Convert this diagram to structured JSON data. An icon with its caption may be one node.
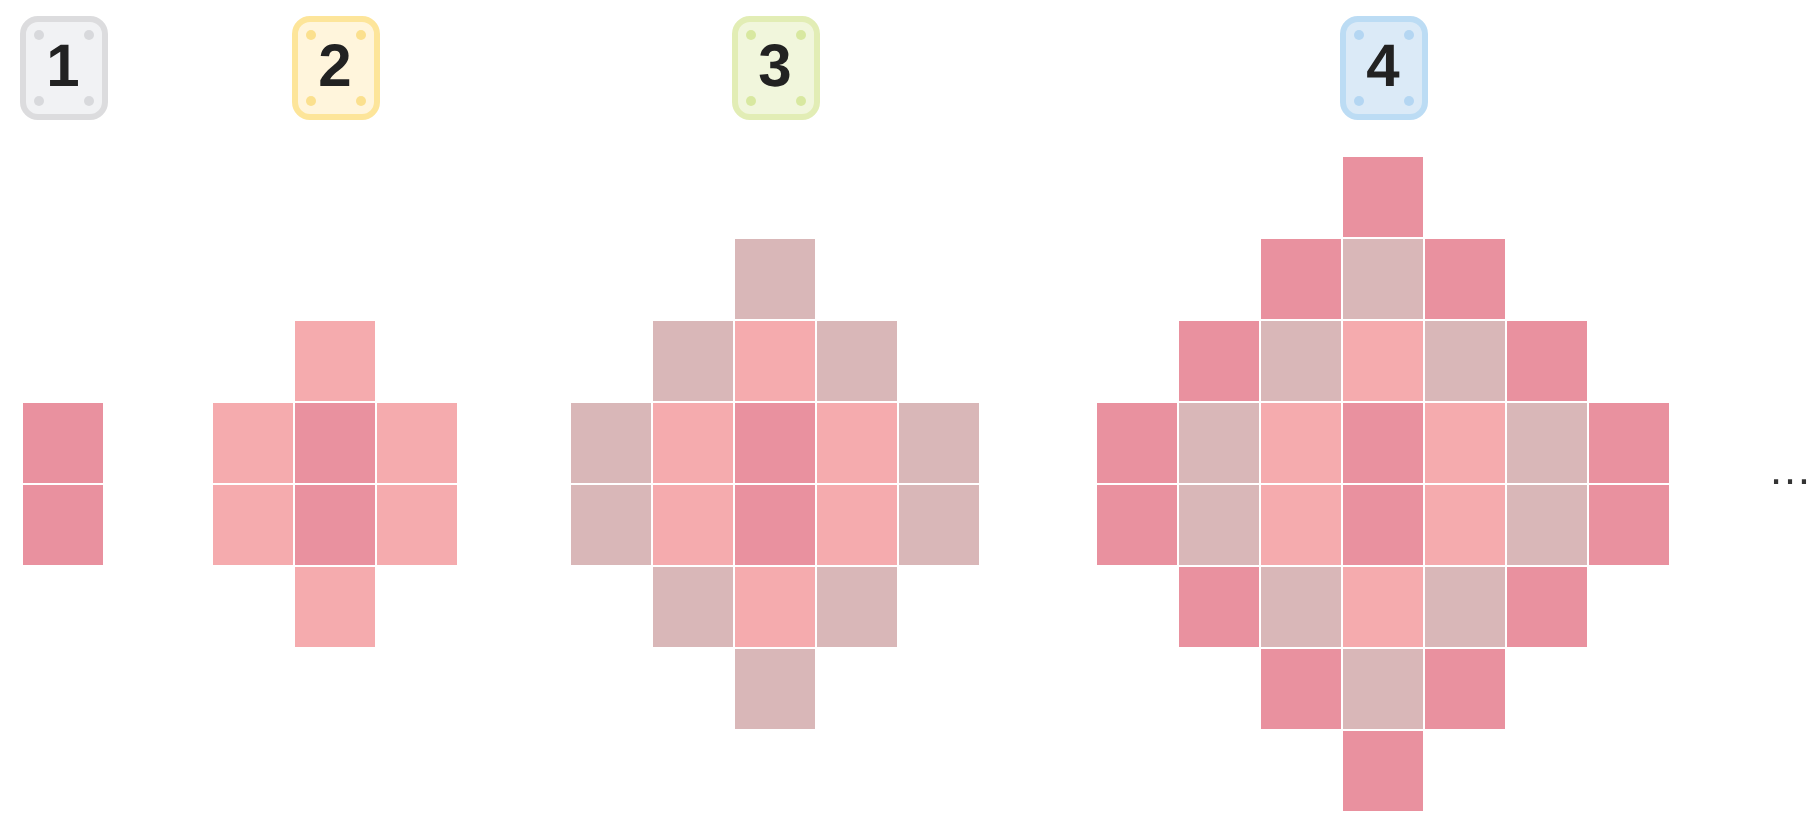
{
  "diagram": {
    "nodes": [
      {
        "text": [
          "1"
        ]
      },
      {
        "text": [
          "2"
        ]
      },
      {
        "text": [
          "3"
        ]
      },
      {
        "text": [
          "4"
        ]
      }
    ],
    "labels": [
      "…"
    ]
  }
}
